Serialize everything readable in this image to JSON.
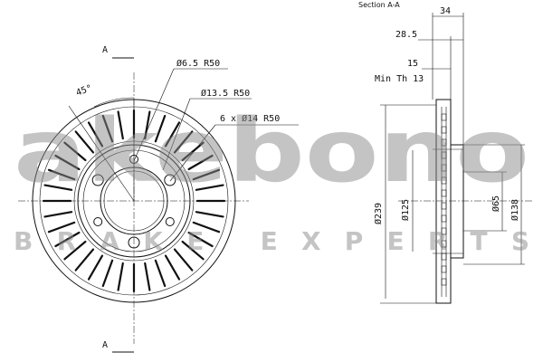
{
  "drawing": {
    "section_title": "Section A-A",
    "section_marker_top": "A",
    "section_marker_bottom": "A",
    "angle_label": "45°",
    "hole_small": "Ø6.5 R50",
    "hole_medium": "Ø13.5 R50",
    "bolt_holes": "6 x Ø14 R50",
    "dim_total_width": "34",
    "dim_hat_width": "28.5",
    "dim_thickness": "15",
    "min_thickness": "Min Th 13",
    "dim_outer_diameter": "Ø239",
    "dim_hat_diameter": "Ø125",
    "dim_center_bore": "Ø65",
    "dim_hat_outer": "Ø138"
  },
  "watermark": {
    "brand": "akebono",
    "tagline": "BRAKE EXPERTS"
  }
}
